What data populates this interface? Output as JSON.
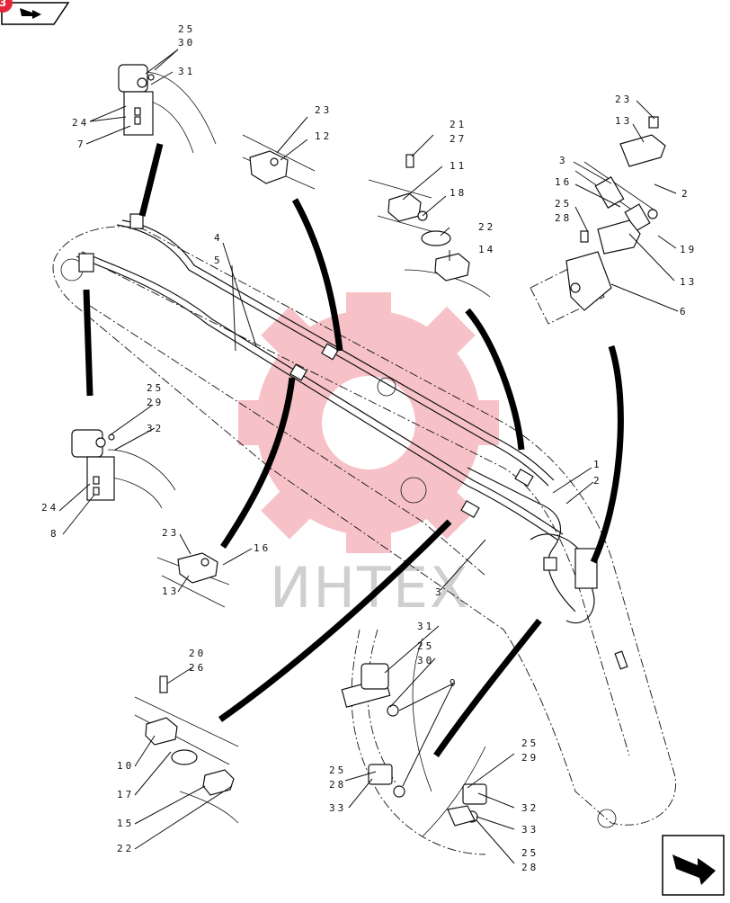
{
  "navigation": {
    "back_label": "",
    "next_label": "",
    "badge": "3"
  },
  "watermark": {
    "text": "ИНТЕХ",
    "color": "#e5273b"
  },
  "callouts": [
    {
      "id": "c25a",
      "text": "25"
    },
    {
      "id": "c30a",
      "text": "30"
    },
    {
      "id": "c31a",
      "text": "31"
    },
    {
      "id": "c24a",
      "text": "24"
    },
    {
      "id": "c7",
      "text": "7"
    },
    {
      "id": "c23a",
      "text": "23"
    },
    {
      "id": "c12",
      "text": "12"
    },
    {
      "id": "c21",
      "text": "21"
    },
    {
      "id": "c27",
      "text": "27"
    },
    {
      "id": "c11",
      "text": "11"
    },
    {
      "id": "c18",
      "text": "18"
    },
    {
      "id": "c22a",
      "text": "22"
    },
    {
      "id": "c14",
      "text": "14"
    },
    {
      "id": "c23b",
      "text": "23"
    },
    {
      "id": "c13a",
      "text": "13"
    },
    {
      "id": "c3a",
      "text": "3"
    },
    {
      "id": "c16a",
      "text": "16"
    },
    {
      "id": "c2a",
      "text": "2"
    },
    {
      "id": "c25b",
      "text": "25"
    },
    {
      "id": "c28a",
      "text": "28"
    },
    {
      "id": "c19",
      "text": "19"
    },
    {
      "id": "c13b",
      "text": "13"
    },
    {
      "id": "c6",
      "text": "6"
    },
    {
      "id": "c4",
      "text": "4"
    },
    {
      "id": "c5",
      "text": "5"
    },
    {
      "id": "c25c",
      "text": "25"
    },
    {
      "id": "c29a",
      "text": "29"
    },
    {
      "id": "c32a",
      "text": "32"
    },
    {
      "id": "c24b",
      "text": "24"
    },
    {
      "id": "c8",
      "text": "8"
    },
    {
      "id": "c1",
      "text": "1"
    },
    {
      "id": "c2b",
      "text": "2"
    },
    {
      "id": "c3b",
      "text": "3"
    },
    {
      "id": "c23c",
      "text": "23"
    },
    {
      "id": "c16b",
      "text": "16"
    },
    {
      "id": "c13c",
      "text": "13"
    },
    {
      "id": "c20",
      "text": "20"
    },
    {
      "id": "c26",
      "text": "26"
    },
    {
      "id": "c10",
      "text": "10"
    },
    {
      "id": "c17",
      "text": "17"
    },
    {
      "id": "c15",
      "text": "15"
    },
    {
      "id": "c22b",
      "text": "22"
    },
    {
      "id": "c31b",
      "text": "31"
    },
    {
      "id": "c25d",
      "text": "25"
    },
    {
      "id": "c30b",
      "text": "30"
    },
    {
      "id": "c9",
      "text": "9"
    },
    {
      "id": "c25e",
      "text": "25"
    },
    {
      "id": "c28b",
      "text": "28"
    },
    {
      "id": "c33a",
      "text": "33"
    },
    {
      "id": "c25f",
      "text": "25"
    },
    {
      "id": "c29b",
      "text": "29"
    },
    {
      "id": "c32b",
      "text": "32"
    },
    {
      "id": "c33b",
      "text": "33"
    },
    {
      "id": "c25g",
      "text": "25"
    },
    {
      "id": "c28c",
      "text": "28"
    }
  ]
}
